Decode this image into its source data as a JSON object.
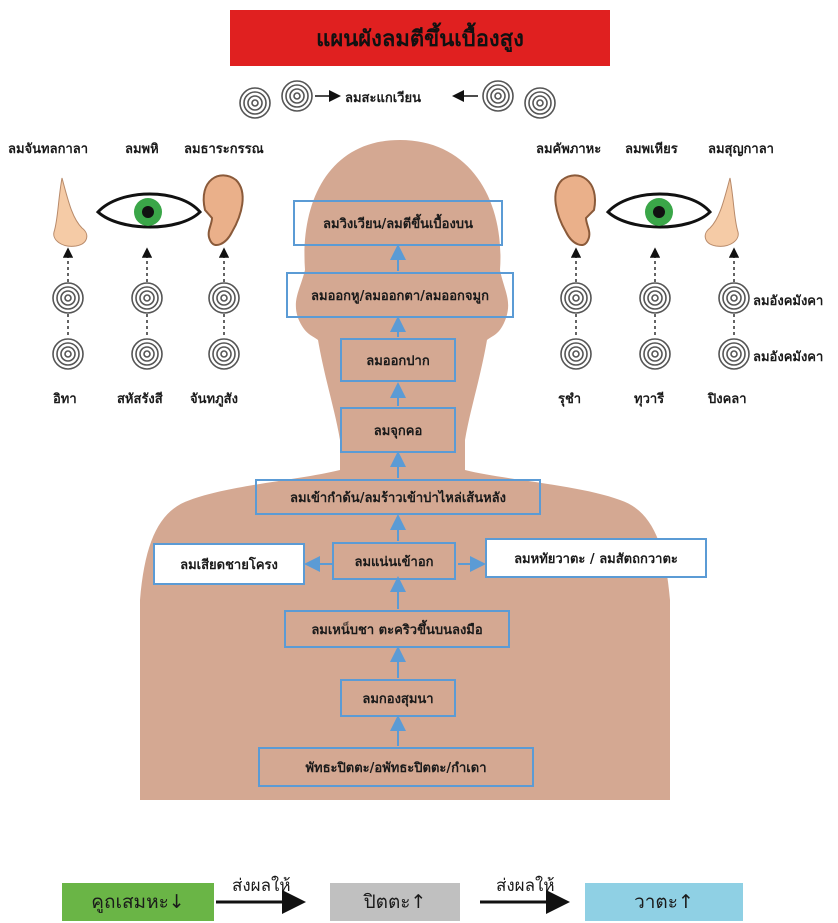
{
  "title": "แผนผังลมตีขึ้นเบื้องสูง",
  "top_wind": "ลมสะแกเวียน",
  "left_labels": [
    "ลมจันทลกาลา",
    "ลมพหิ",
    "ลมธาระกรรณ"
  ],
  "right_labels": [
    "ลมคัพภาหะ",
    "ลมพเหียร",
    "ลมสุญกาลา"
  ],
  "left_bottom_labels": [
    "อิทา",
    "สหัสรังสี",
    "จันทภูสัง"
  ],
  "right_bottom_labels": [
    "รุชำ",
    "ทุวารี",
    "ปิงคลา"
  ],
  "right_side_labels": [
    "ลมอังคมังคา",
    "ลมอังคมังคา"
  ],
  "boxes": {
    "b1": "ลมวิงเวียน/ลมตีขึ้นเบื้องบน",
    "b2": "ลมออกหู/ลมออกตา/ลมออกจมูก",
    "b3": "ลมออกปาก",
    "b4": "ลมจุกคอ",
    "b5": "ลมเข้ากำด้น/ลมร้าวเข้าบ่าไหล่เส้นหลัง",
    "b6_left": "ลมเสียดชายโครง",
    "b6_center": "ลมแน่นเข้าอก",
    "b6_right": "ลมหทัยวาตะ / ลมสัตถกวาตะ",
    "b7": "ลมเหน็บชา  ตะคริวขึ้นบนลงมือ",
    "b8": "ลมกองสุมนา",
    "b9": "พัทธะปิตตะ/อพัทธะปิตตะ/กำเดา"
  },
  "bottom": {
    "box1": "คูถเสมหะ↓",
    "box2": "ปิตตะ↑",
    "box3": "วาตะ↑",
    "arrow1": "ส่งผลให้",
    "arrow2": "ส่งผลให้",
    "colors": {
      "box1": "#6ab546",
      "box2": "#c0c0c0",
      "box3": "#8fd0e4"
    }
  },
  "colors": {
    "body": "#d4a892",
    "box_border": "#5b9bd5",
    "title_bg": "#e02020",
    "iris": "#3aa648"
  }
}
